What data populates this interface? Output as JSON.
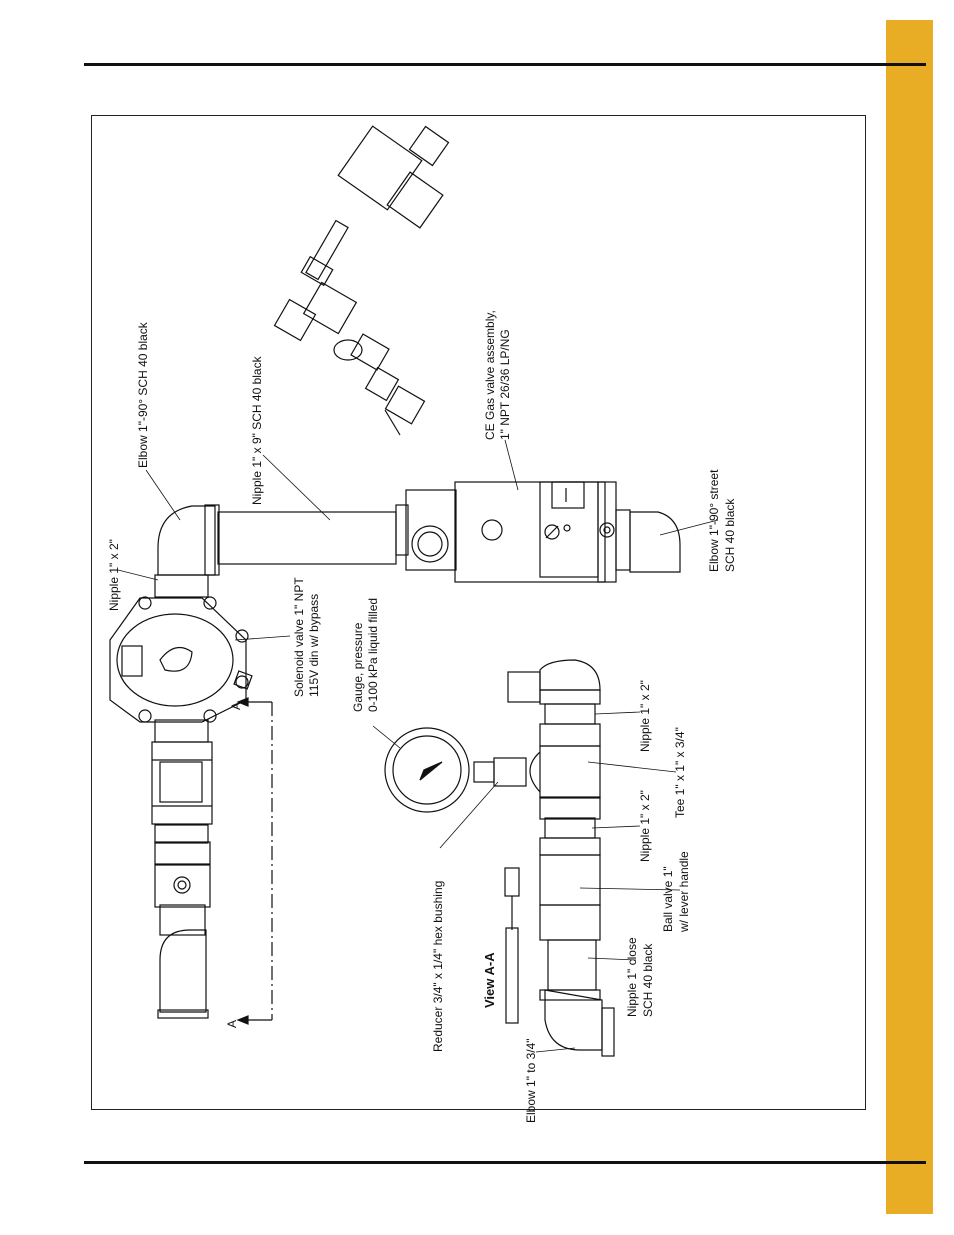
{
  "colors": {
    "accent_tab": "#e8ad24",
    "line": "#111111"
  },
  "labels": {
    "elbow_top": "Elbow 1\"-90° SCH 40 black",
    "nipple_9": "Nipple 1\" x 9\" SCH 40 black",
    "nipple_2_top": "Nipple 1\" x 2\"",
    "solenoid_1": "Solenoid valve 1\" NPT",
    "solenoid_2": "115V din w/ bypass",
    "ce_valve_1": "CE Gas valve assembly,",
    "ce_valve_2": "1\" NPT 26/36 LP/NG",
    "elbow_street_1": "Elbow 1\"-90° street",
    "elbow_street_2": "SCH 40 black",
    "gauge_1": "Gauge, pressure",
    "gauge_2": "0-100 kPa liquid filled",
    "nipple_2_a": "Nipple 1\" x 2\"",
    "nipple_2_b": "Nipple 1\" x 2\"",
    "tee": "Tee 1\" x 1\" x 3/4\"",
    "ball_valve_1": "Ball valve 1\"",
    "ball_valve_2": "w/ lever handle",
    "nipple_close_1": "Nipple 1\" close",
    "nipple_close_2": "SCH 40 black",
    "reducer": "Reducer 3/4\" x 1/4\" hex bushing",
    "elbow_reducer": "Elbow 1\" to 3/4\"",
    "view_aa": "View A-A",
    "section_a_top": "A",
    "section_a_bottom": "A"
  }
}
